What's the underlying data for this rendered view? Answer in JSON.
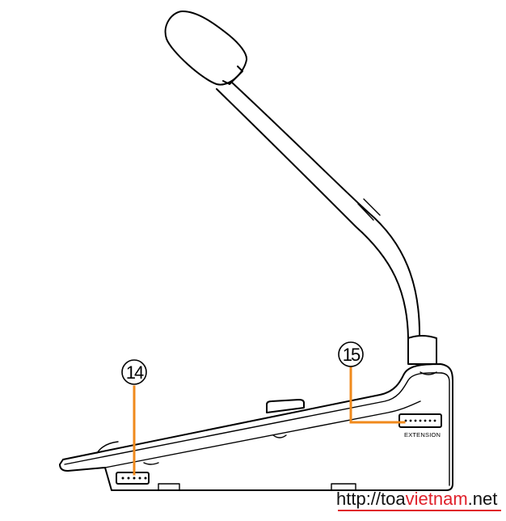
{
  "callouts": [
    {
      "id": "14",
      "label": "14",
      "part": "left connector"
    },
    {
      "id": "15",
      "label": "15",
      "part": "extension connector"
    }
  ],
  "connector_label": "EXTENSION",
  "watermark": {
    "prefix": "http://toa",
    "highlight": "vietnam",
    "suffix": ".net"
  },
  "colors": {
    "leader_line": "#f08a1c",
    "watermark_red": "#e0202a",
    "line_art": "#000000",
    "background": "#ffffff"
  }
}
